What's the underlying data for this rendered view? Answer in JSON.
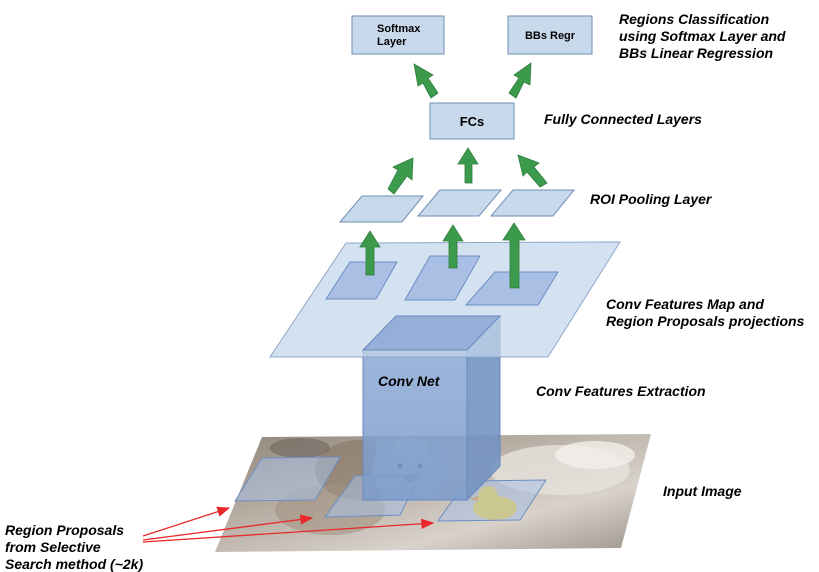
{
  "boxes": {
    "softmax_line1": "Softmax",
    "softmax_line2": "Layer",
    "bbs_regr": "BBs Regr",
    "fcs": "FCs",
    "conv_net": "Conv Net"
  },
  "labels": {
    "regions_classification": [
      "Regions Classification",
      "using Softmax Layer and",
      "BBs Linear Regression"
    ],
    "fully_connected": "Fully Connected Layers",
    "roi_pooling": "ROI Pooling Layer",
    "conv_feature_map": [
      "Conv Features Map and",
      "Region Proposals projections"
    ],
    "conv_extraction": "Conv Features Extraction",
    "input_image": "Input Image",
    "region_proposals": [
      "Region Proposals",
      "from Selective",
      "Search method (~2k)"
    ]
  },
  "colors": {
    "box_fill": "#c9d9ec",
    "box_stroke": "#6f8fb6",
    "plane_fill": "#c4d5ea",
    "arrow_green": "#3c9a4c",
    "annotation_red": "#e8282a",
    "photo_tone": "#bdb3a8"
  }
}
